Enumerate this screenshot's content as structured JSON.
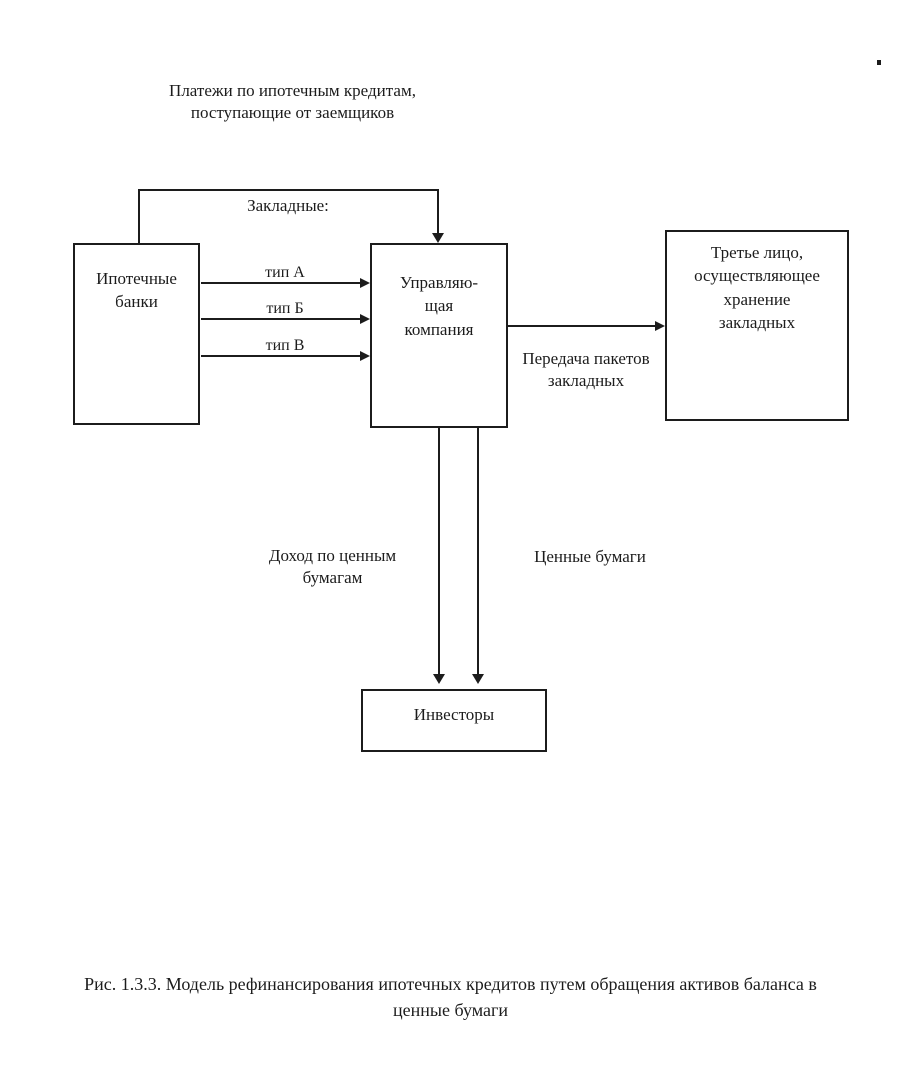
{
  "top_note": {
    "line1": "Платежи по ипотечным кредитам,",
    "line2": "поступающие от заемщиков"
  },
  "loop_label": "Закладные:",
  "nodes": {
    "banks": {
      "line1": "Ипотечные",
      "line2": "банки"
    },
    "company": {
      "line1": "Управляю-",
      "line2": "щая",
      "line3": "компания"
    },
    "third_party": {
      "line1": "Третье лицо,",
      "line2": "осуществляющее",
      "line3": "хранение",
      "line4": "закладных"
    },
    "investors": {
      "label": "Инвесторы"
    }
  },
  "edge_labels": {
    "type_a": "тип А",
    "type_b": "тип Б",
    "type_v": "тип В",
    "transfer_line1": "Передача пакетов",
    "transfer_line2": "закладных",
    "income_line1": "Доход по ценным",
    "income_line2": "бумагам",
    "securities": "Ценные бумаги"
  },
  "caption": {
    "line1": "Рис. 1.3.3. Модель рефинансирования ипотечных кредитов путем обращения активов баланса в",
    "line2": "ценные бумаги"
  },
  "colors": {
    "ink": "#1c1c1c",
    "paper": "#ffffff"
  }
}
